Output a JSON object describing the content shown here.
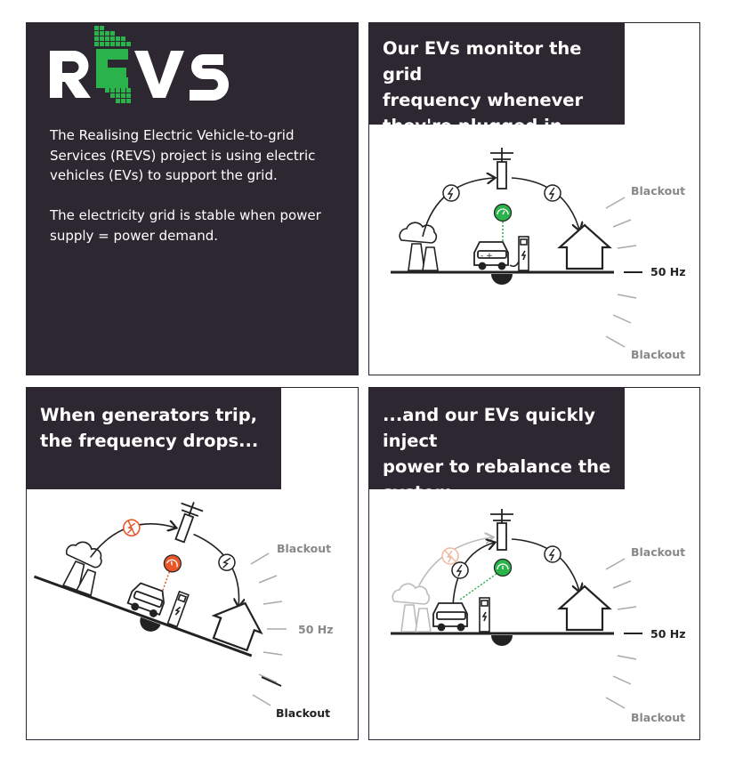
{
  "brand": {
    "logo_text": "REVS",
    "colors": {
      "green": "#2ab34a",
      "white": "#ffffff",
      "dark": "#2d2731",
      "orange": "#e8562a"
    }
  },
  "intro": {
    "paragraph1": "The Realising Electric Vehicle-to-grid Services (REVS) project is using electric vehicles (EVs) to support the grid.",
    "paragraph2": "The electricity grid is stable when power supply = power demand."
  },
  "panels": [
    {
      "caption": " Our EVs monitor the grid\nfrequency whenever\nthey're plugged in.",
      "label_top": "Blackout",
      "label_mid": "50 Hz",
      "label_bottom": "Blackout"
    },
    {
      "caption": "When generators trip,\nthe frequency drops...",
      "label_top": "Blackout",
      "label_mid": "50 Hz",
      "label_bottom": "Blackout"
    },
    {
      "caption": "...and our EVs quickly inject\npower to rebalance the\nsystem.",
      "label_top": "Blackout",
      "label_mid": "50 Hz",
      "label_bottom": "Blackout"
    }
  ],
  "icons": [
    "power-station-icon",
    "pylon-icon",
    "house-icon",
    "ev-car-icon",
    "charger-icon",
    "lightning-icon",
    "frequency-meter-icon",
    "no-power-icon"
  ]
}
